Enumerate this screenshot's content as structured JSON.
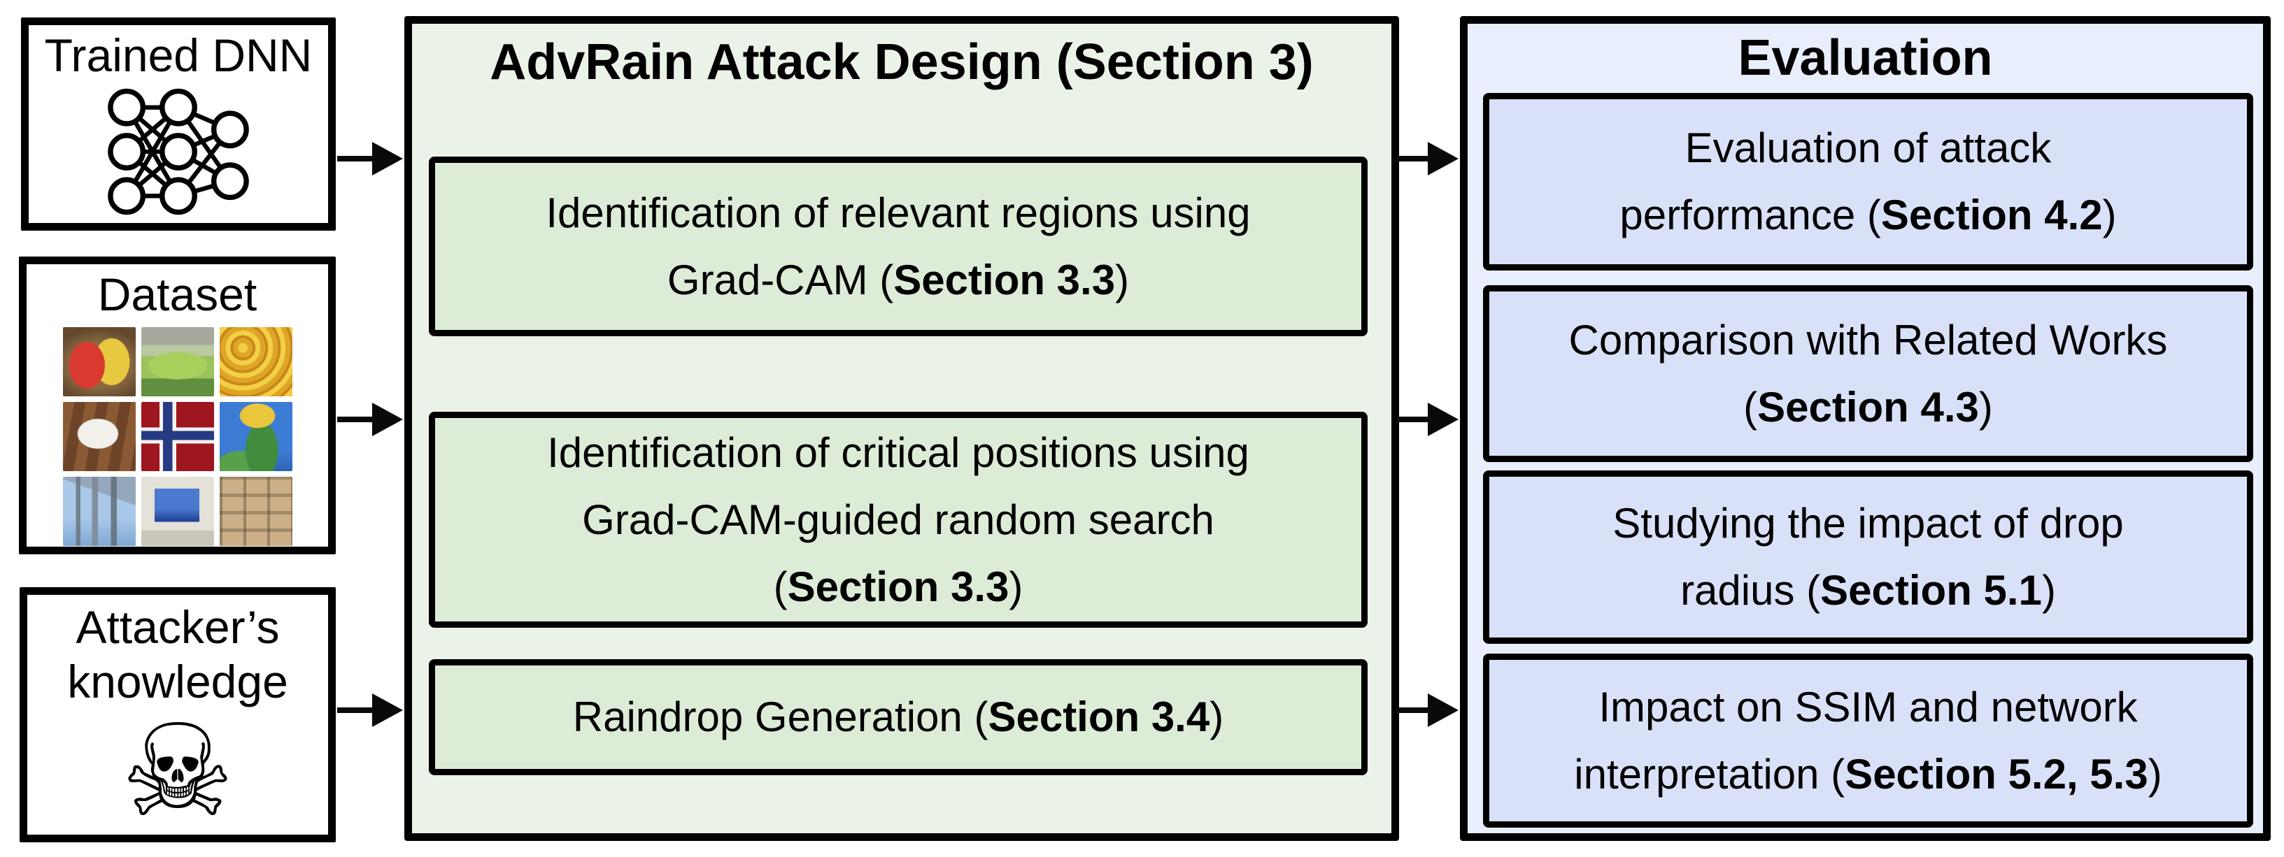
{
  "left_column": {
    "trained_dnn": {
      "title": "Trained DNN",
      "icon": "neural-network-icon"
    },
    "dataset": {
      "title": "Dataset",
      "image_tiles": [
        "eggs-in-nest",
        "green-car",
        "corn-kernels",
        "goat-on-wooden-deck",
        "norwegian-flag",
        "cactus-with-flower",
        "industrial-plant",
        "crt-monitor",
        "stone-wall"
      ]
    },
    "attacker_knowledge": {
      "title_lines": [
        "Attacker’s",
        "knowledge"
      ],
      "icon": "skull-and-crossbones-icon",
      "icon_glyph": "☠"
    }
  },
  "design": {
    "title": "AdvRain Attack Design (Section 3)",
    "steps": [
      {
        "lines": [
          {
            "pre": "Identification of relevant regions using"
          },
          {
            "pre": "Grad-CAM (",
            "bold": "Section 3.3",
            "post": ")"
          }
        ]
      },
      {
        "lines": [
          {
            "pre": "Identification of critical positions using"
          },
          {
            "pre": "Grad-CAM-guided random search"
          },
          {
            "pre": "(",
            "bold": "Section 3.3",
            "post": ")"
          }
        ]
      },
      {
        "lines": [
          {
            "pre": "Raindrop Generation (",
            "bold": "Section 3.4",
            "post": ")"
          }
        ]
      }
    ]
  },
  "evaluation": {
    "title": "Evaluation",
    "items": [
      {
        "lines": [
          {
            "pre": "Evaluation of attack"
          },
          {
            "pre": "performance (",
            "bold": "Section 4.2",
            "post": ")"
          }
        ]
      },
      {
        "lines": [
          {
            "pre": "Comparison with Related Works"
          },
          {
            "pre": "(",
            "bold": "Section 4.3",
            "post": ")"
          }
        ]
      },
      {
        "lines": [
          {
            "pre": "Studying the impact of drop"
          },
          {
            "pre": "radius (",
            "bold": "Section 5.1",
            "post": ")"
          }
        ]
      },
      {
        "lines": [
          {
            "pre": "Impact on SSIM and network"
          },
          {
            "pre": "interpretation (",
            "bold": "Section 5.2, 5.3",
            "post": ")"
          }
        ]
      }
    ]
  },
  "colors": {
    "background": "#ffffff",
    "border": "#000000",
    "arrow": "#0a0a0a",
    "design_panel_bg": "#ebf2e8",
    "design_step_bg": "#dcecd7",
    "evaluation_panel_bg": "#e9eefc",
    "evaluation_item_bg": "#d9e1f8"
  }
}
